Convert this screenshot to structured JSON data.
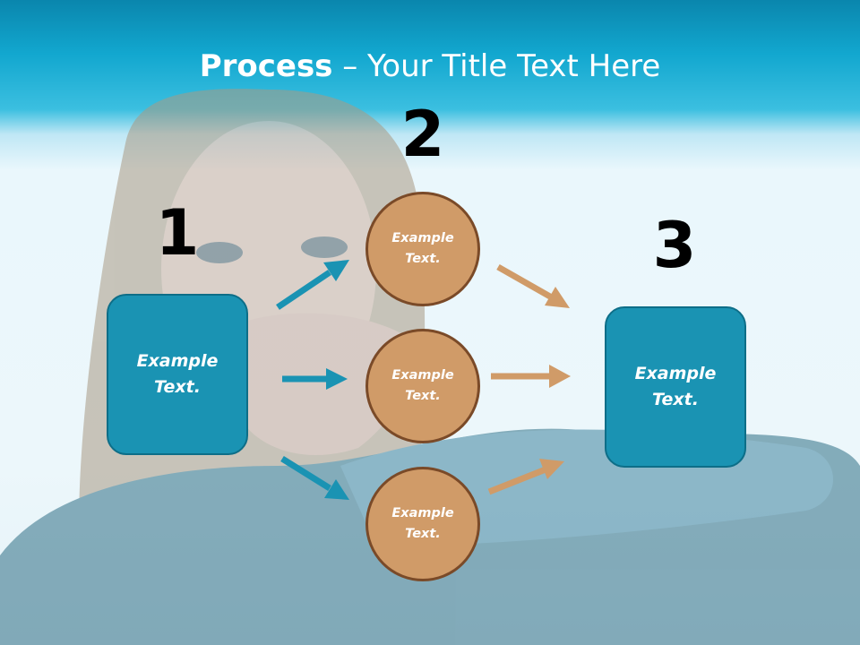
{
  "title": {
    "bold": "Process",
    "rest": " – Your Title Text Here"
  },
  "steps": {
    "n1": "1",
    "n2": "2",
    "n3": "3"
  },
  "left_box": {
    "line1": "Example",
    "line2": "Text."
  },
  "right_box": {
    "line1": "Example",
    "line2": "Text."
  },
  "circles": [
    {
      "line1": "Example",
      "line2": "Text."
    },
    {
      "line1": "Example",
      "line2": "Text."
    },
    {
      "line1": "Example",
      "line2": "Text."
    }
  ],
  "colors": {
    "teal": "#1a93b3",
    "tan": "#d09b68",
    "header": "#12a7cf"
  },
  "background": "faded photo of a woman covering her mouth with her hand"
}
